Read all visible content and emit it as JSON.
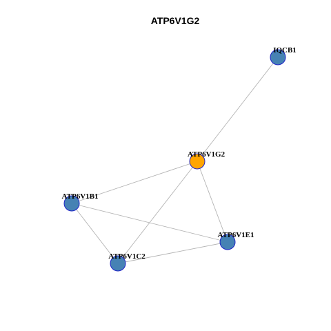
{
  "title": "ATP6V1G2",
  "colors": {
    "focus_fill": "#FFA500",
    "node_fill": "#4682B4",
    "node_stroke": "#1E22C8",
    "edge": "#B4B4B4",
    "background": "#FFFFFF"
  },
  "nodes": [
    {
      "id": "ATP6V1G2",
      "label": "ATP6V1G2",
      "role": "focus"
    },
    {
      "id": "IQCB1",
      "label": "IQCB1",
      "role": "neighbor"
    },
    {
      "id": "ATP6V1B1",
      "label": "ATP6V1B1",
      "role": "neighbor"
    },
    {
      "id": "ATP6V1E1",
      "label": "ATP6V1E1",
      "role": "neighbor"
    },
    {
      "id": "ATP6V1C2",
      "label": "ATP6V1C2",
      "role": "neighbor"
    }
  ],
  "edges": [
    [
      "ATP6V1G2",
      "IQCB1"
    ],
    [
      "ATP6V1G2",
      "ATP6V1B1"
    ],
    [
      "ATP6V1G2",
      "ATP6V1E1"
    ],
    [
      "ATP6V1G2",
      "ATP6V1C2"
    ],
    [
      "ATP6V1B1",
      "ATP6V1E1"
    ],
    [
      "ATP6V1B1",
      "ATP6V1C2"
    ],
    [
      "ATP6V1C2",
      "ATP6V1E1"
    ]
  ]
}
